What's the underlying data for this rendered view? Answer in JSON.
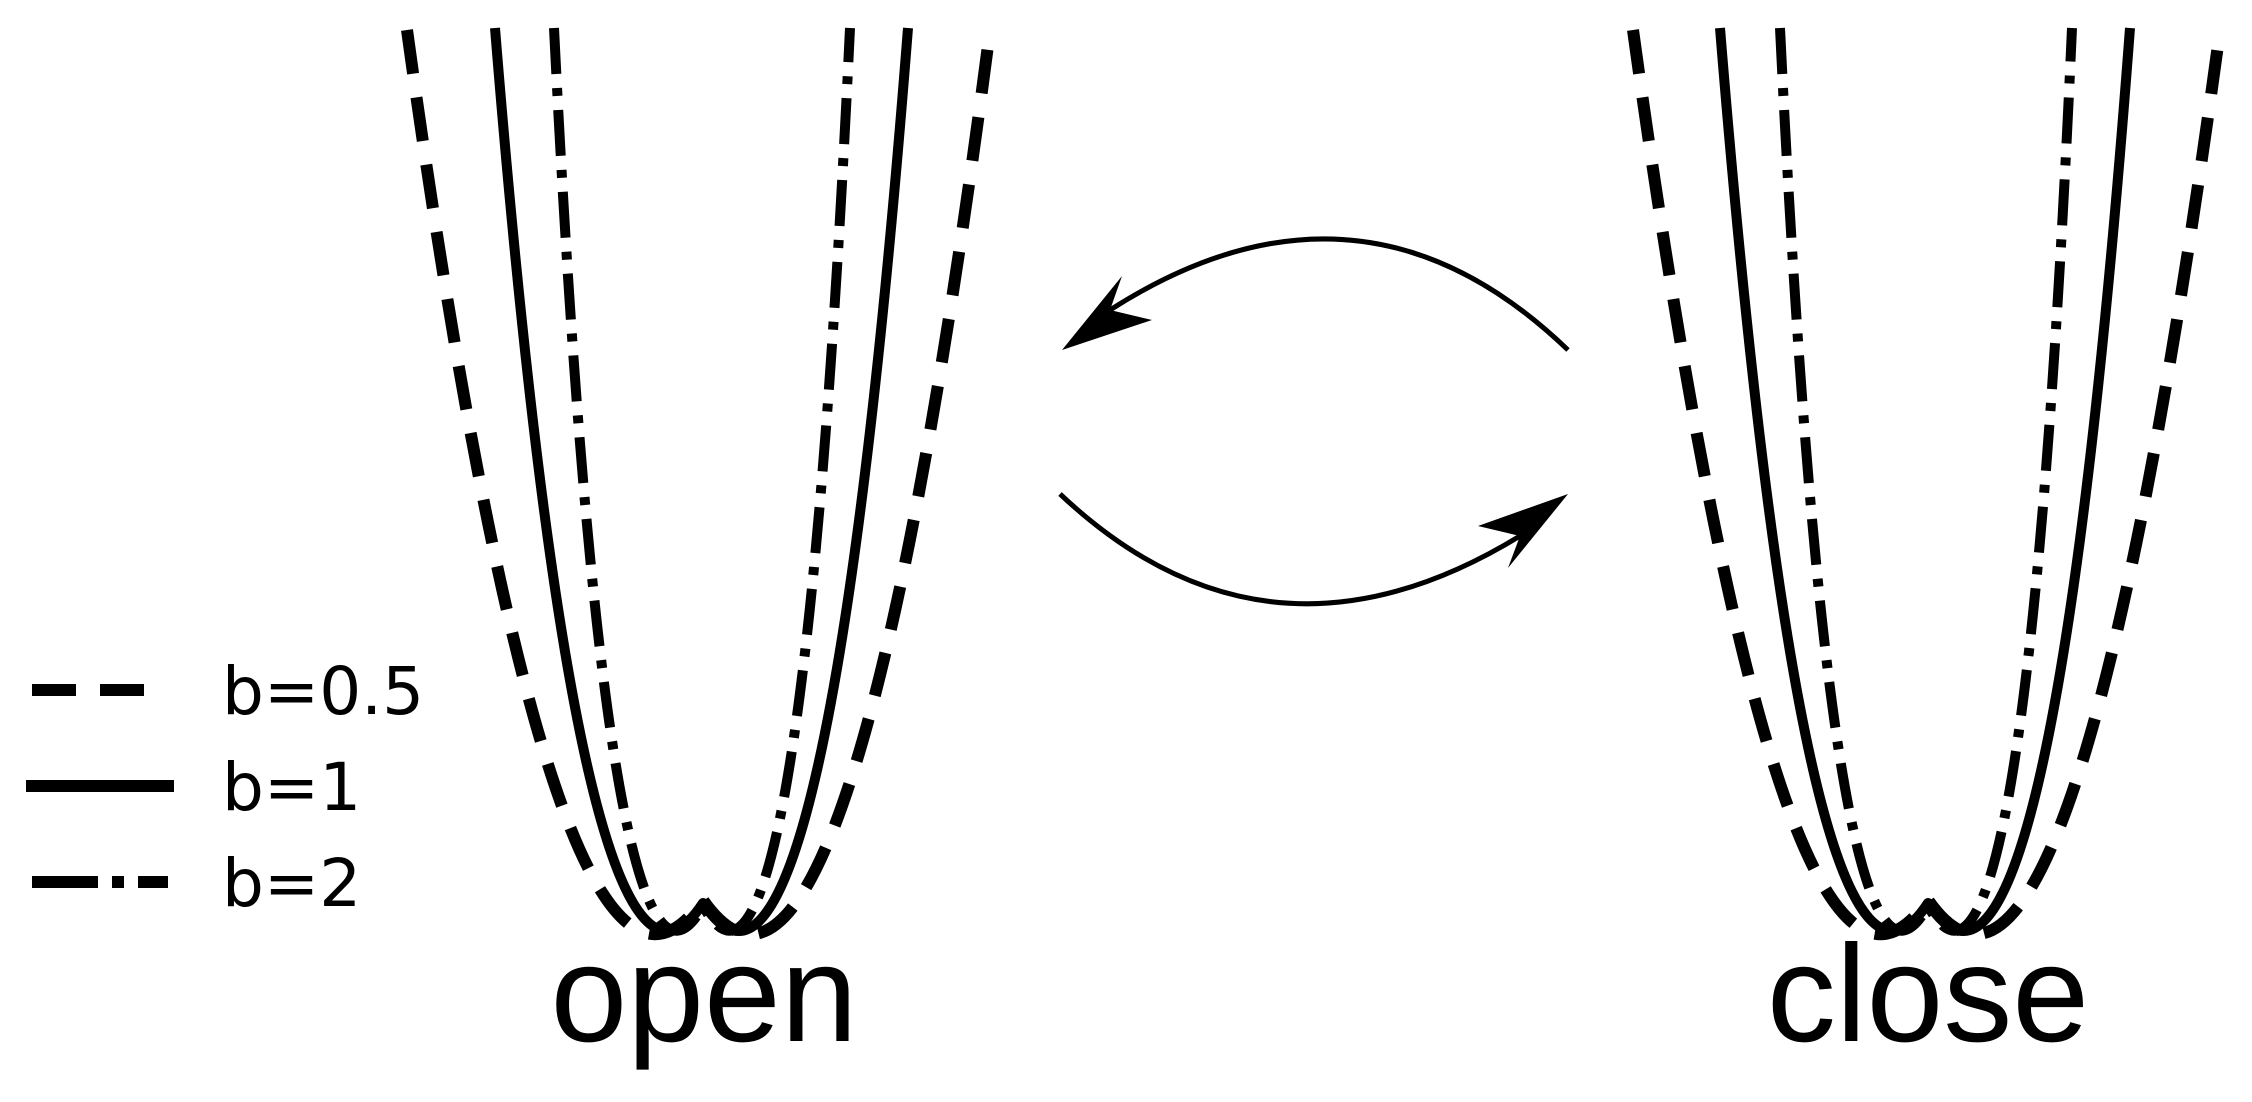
{
  "states": {
    "left": "open",
    "right": "close"
  },
  "legend": [
    {
      "label": "b=0.5",
      "style": "dashed"
    },
    {
      "label": "b=1",
      "style": "solid"
    },
    {
      "label": "b=2",
      "style": "dash-dot"
    }
  ],
  "arrows": [
    {
      "from": "close",
      "to": "open"
    },
    {
      "from": "open",
      "to": "close"
    }
  ],
  "colors": {
    "ink": "#000000",
    "background": "#ffffff"
  }
}
